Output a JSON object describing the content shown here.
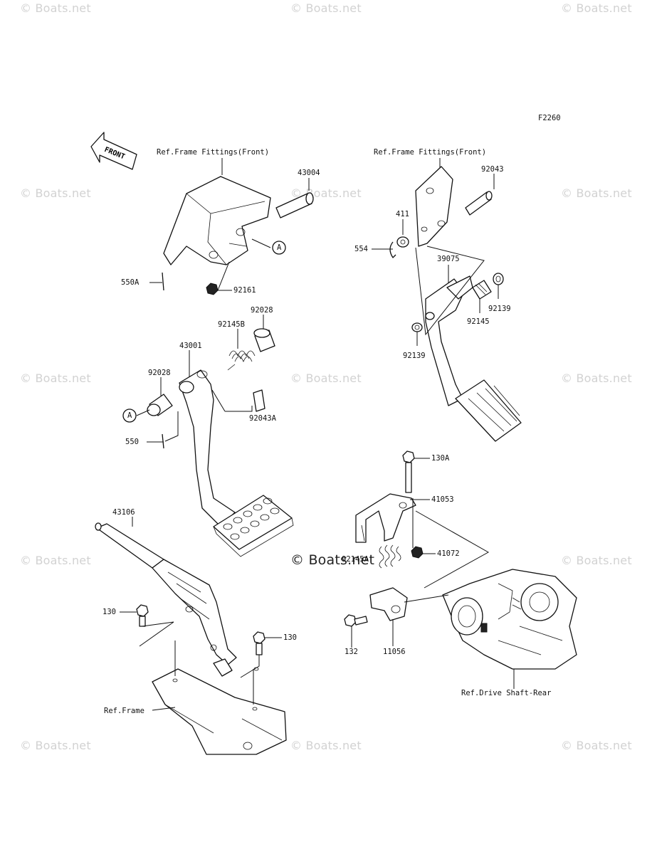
{
  "figure_code": "F2260",
  "front_arrow": "FRONT",
  "watermark": "© Boats.net",
  "watermark_center": "© Boats.net",
  "labels": {
    "ref_frame_fittings_left": "Ref.Frame Fittings(Front)",
    "ref_frame_fittings_right": "Ref.Frame Fittings(Front)",
    "ref_frame": "Ref.Frame",
    "ref_drive_shaft": "Ref.Drive Shaft-Rear",
    "callout_a": "A"
  },
  "parts": {
    "p43004": "43004",
    "p550A": "550A",
    "p92161": "92161",
    "p92028_top": "92028",
    "p92145B": "92145B",
    "p43001": "43001",
    "p92028_left": "92028",
    "p92043A": "92043A",
    "p550": "550",
    "p92043": "92043",
    "p411": "411",
    "p554": "554",
    "p39075": "39075",
    "p92139_right": "92139",
    "p92145": "92145",
    "p92139_left": "92139",
    "p130A": "130A",
    "p41053": "41053",
    "p41072": "41072",
    "p92145A": "92145A",
    "p43106": "43106",
    "p130_left": "130",
    "p130_right": "130",
    "p132": "132",
    "p11056": "11056"
  },
  "icons": [
    "front-arrow-icon",
    "callout-circle-icon"
  ]
}
